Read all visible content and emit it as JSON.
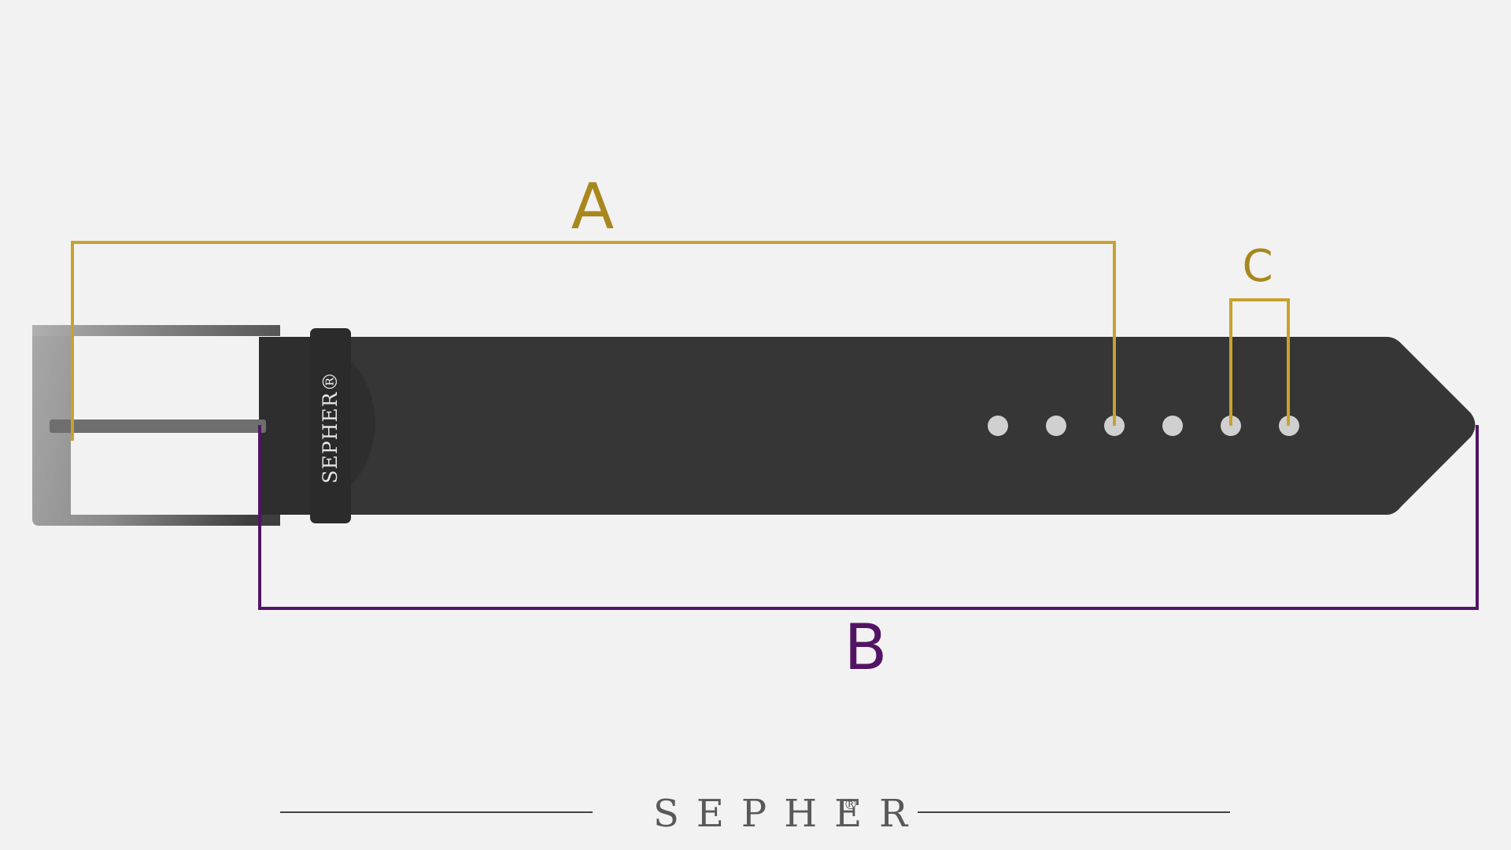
{
  "brand": {
    "keeper_text": "SEPHER®",
    "wordmark": "SEPHER",
    "registered_mark": "®"
  },
  "dimensions": {
    "a": {
      "label": "A"
    },
    "b": {
      "label": "B"
    },
    "c": {
      "label": "C"
    }
  },
  "belt": {
    "hole_count": 6
  },
  "colors": {
    "background": "#f2f2f2",
    "strap": "#363636",
    "keeper": "#2b2b2b",
    "holes": "#d0d0d0",
    "dimension_gold": "#c8a22e",
    "label_gold": "#a8881e",
    "dimension_purple": "#521565",
    "wordmark": "#595959",
    "footer_line": "#444444"
  }
}
